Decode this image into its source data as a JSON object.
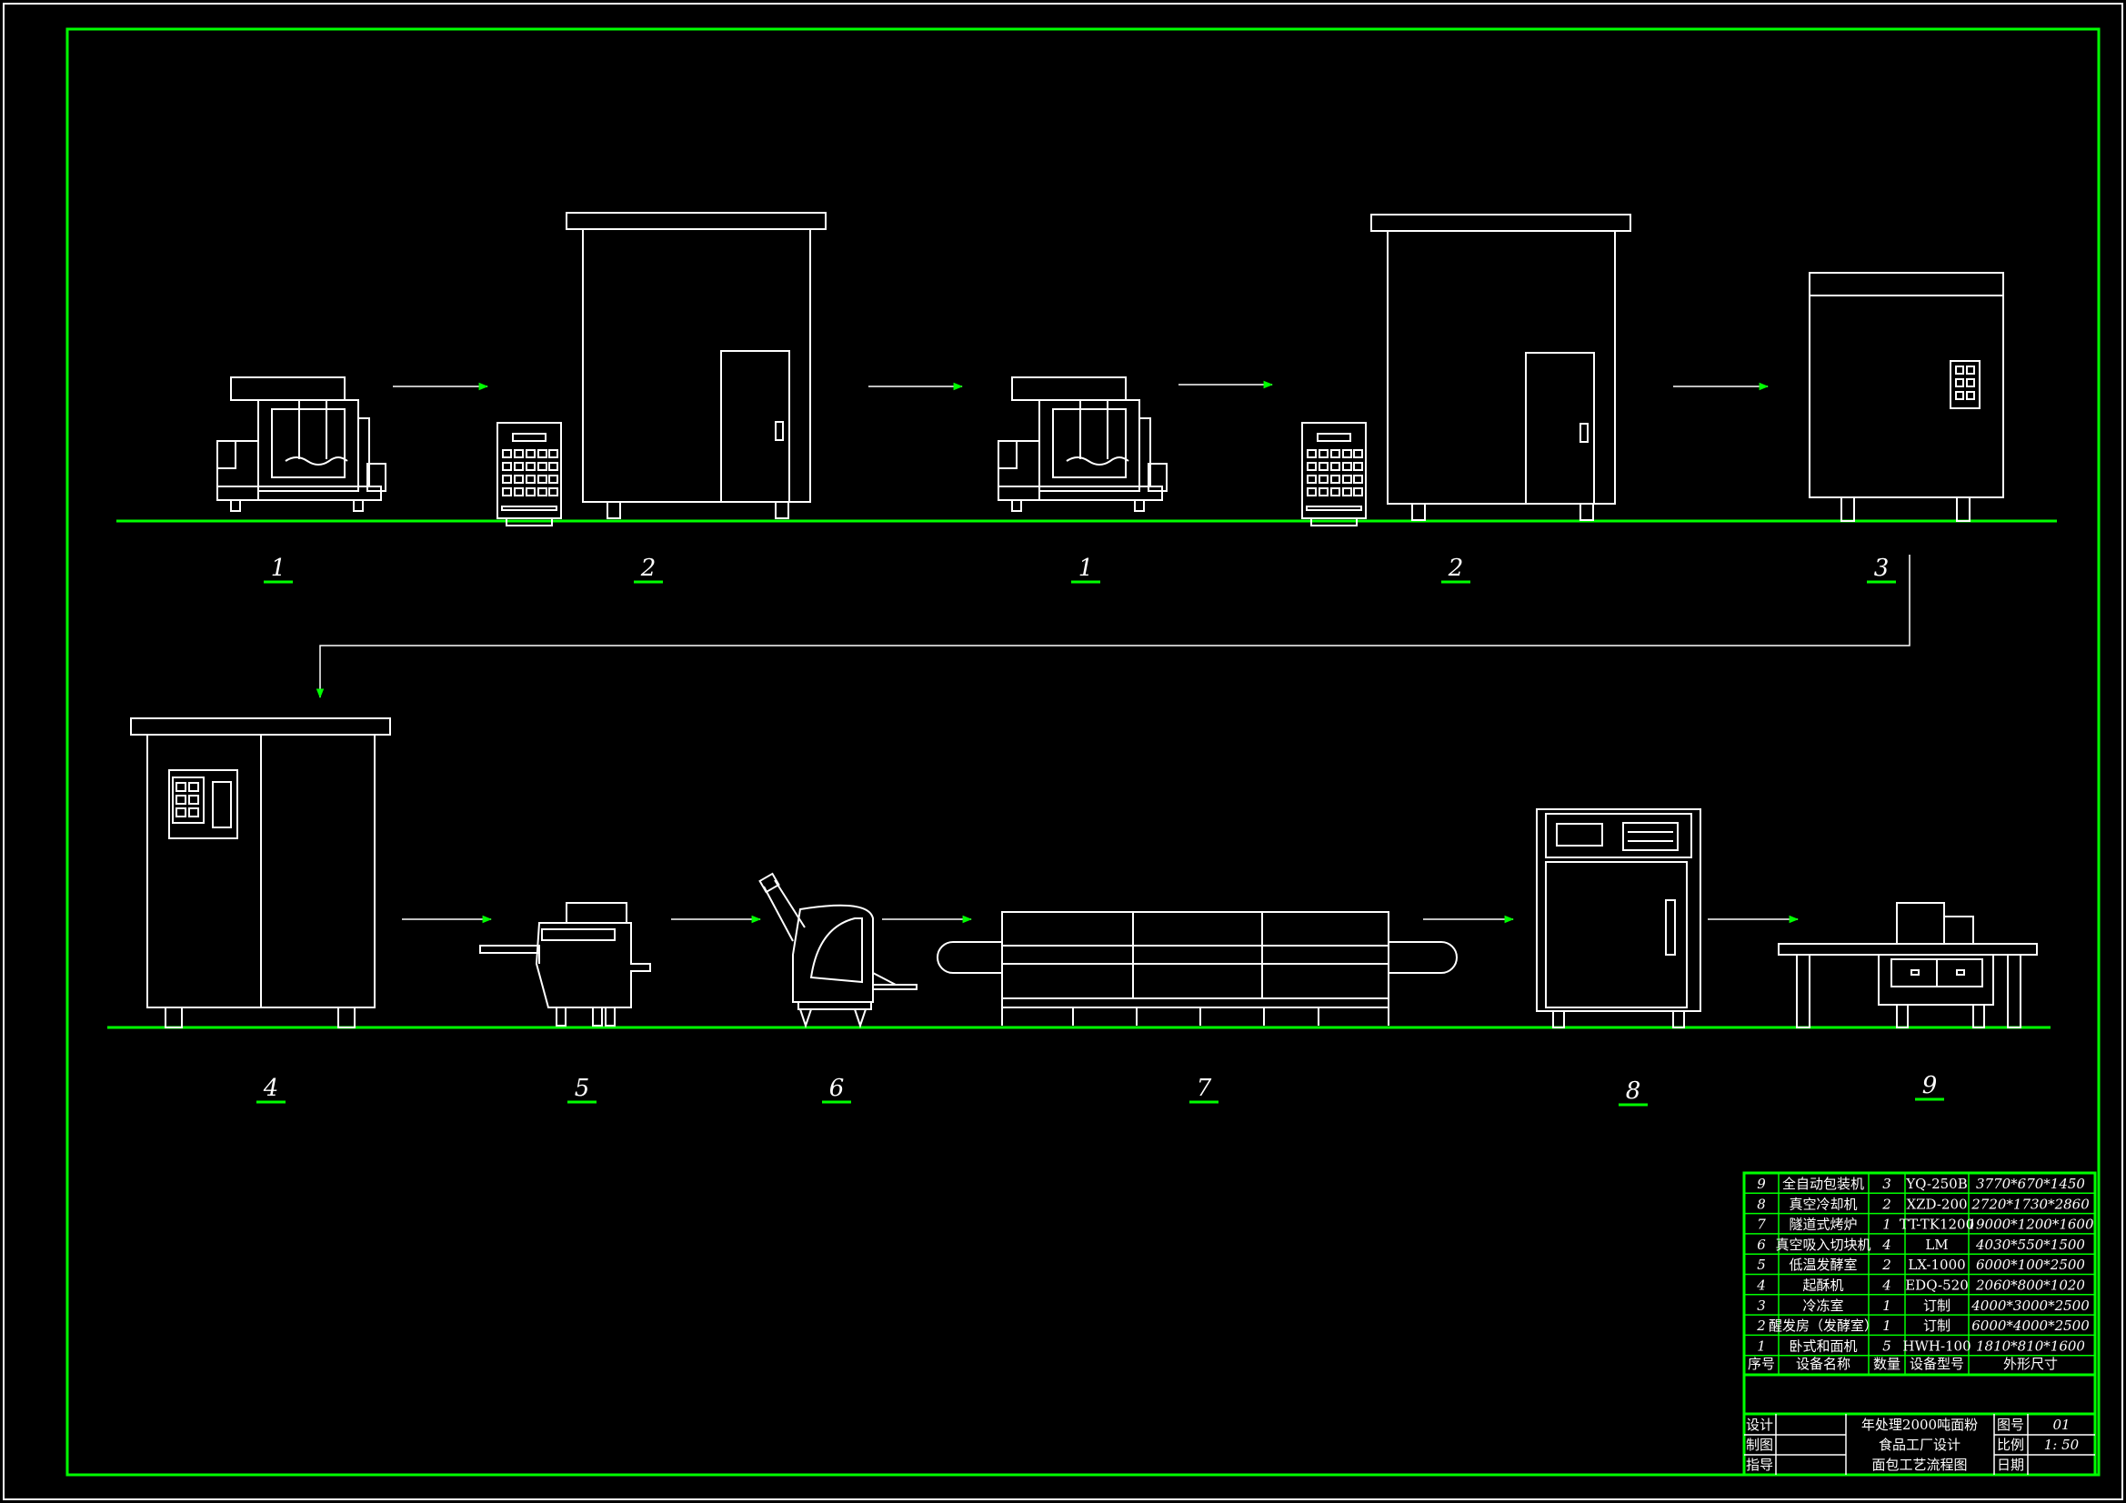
{
  "colors": {
    "background": "#000000",
    "frame": "#00ff00",
    "line": "#ffffff",
    "arrow": "#00ff00"
  },
  "process_labels": {
    "row1": [
      "1",
      "2",
      "1",
      "2",
      "3"
    ],
    "row2": [
      "4",
      "5",
      "6",
      "7",
      "8",
      "9"
    ]
  },
  "equipment_table": {
    "headers": {
      "no": "序号",
      "name": "设备名称",
      "qty": "数量",
      "model": "设备型号",
      "size": "外形尺寸"
    },
    "rows": [
      {
        "no": "9",
        "name": "全自动包装机",
        "qty": "3",
        "model": "YQ-250B",
        "size": "3770*670*1450"
      },
      {
        "no": "8",
        "name": "真空冷却机",
        "qty": "2",
        "model": "XZD-200",
        "size": "2720*1730*2860"
      },
      {
        "no": "7",
        "name": "隧道式烤炉",
        "qty": "1",
        "model": "TT-TK1200",
        "size": "19000*1200*1600"
      },
      {
        "no": "6",
        "name": "真空吸入切块机",
        "qty": "4",
        "model": "LM",
        "size": "4030*550*1500"
      },
      {
        "no": "5",
        "name": "低温发酵室",
        "qty": "2",
        "model": "LX-1000",
        "size": "6000*100*2500"
      },
      {
        "no": "4",
        "name": "起酥机",
        "qty": "4",
        "model": "EDQ-520",
        "size": "2060*800*1020"
      },
      {
        "no": "3",
        "name": "冷冻室",
        "qty": "1",
        "model": "订制",
        "size": "4000*3000*2500"
      },
      {
        "no": "2",
        "name": "醒发房（发酵室）",
        "qty": "1",
        "model": "订制",
        "size": "6000*4000*2500"
      },
      {
        "no": "1",
        "name": "卧式和面机",
        "qty": "5",
        "model": "HWH-100",
        "size": "1810*810*1600"
      }
    ]
  },
  "title_block": {
    "roles": [
      "设计",
      "制图",
      "指导"
    ],
    "title_lines": [
      "年处理2000吨面粉",
      "食品工厂设计",
      "面包工艺流程图"
    ],
    "fields": [
      {
        "label": "图号",
        "value": "01"
      },
      {
        "label": "比例",
        "value": "1: 50"
      },
      {
        "label": "日期",
        "value": ""
      }
    ]
  }
}
